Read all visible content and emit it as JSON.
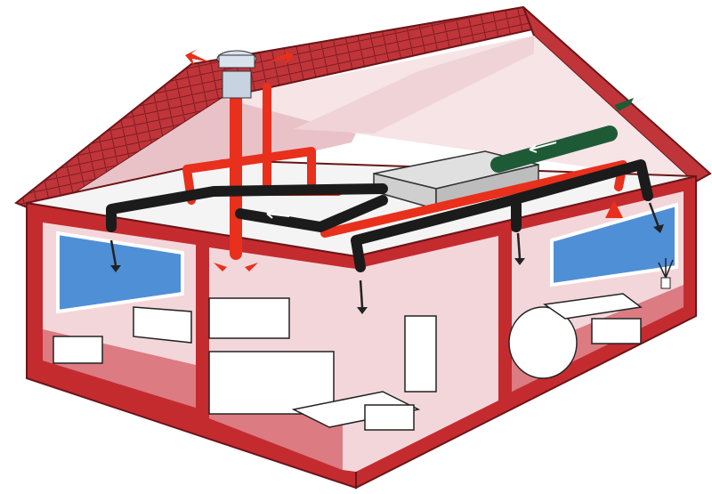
{
  "colors": {
    "roof": "#c0353a",
    "roof_dark": "#8e2227",
    "wall": "#c42b2f",
    "interior": "#f3d6da",
    "attic": "#f6e4e6",
    "floor": "#f4f4f4",
    "warm_duct": "#e8301c",
    "cold_duct": "#1b1b1b",
    "intake_duct": "#1f5a36",
    "window": "#4f8fd6"
  },
  "icons": [
    "roof-vent-cap",
    "heat-recovery-unit",
    "airflow-arrow",
    "radiator",
    "window"
  ]
}
